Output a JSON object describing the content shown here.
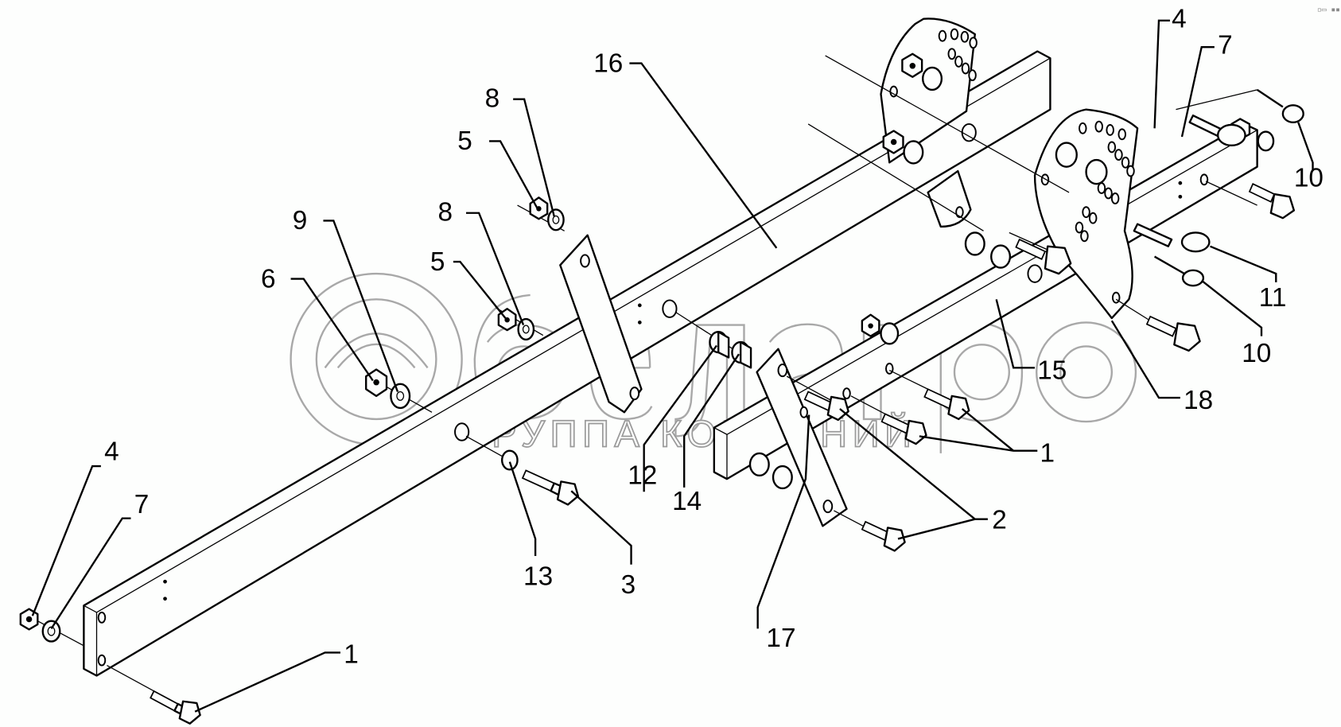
{
  "diagram": {
    "title": "Exploded parts view — frame beam assembly",
    "watermark": {
      "brand": "белагро",
      "subtitle": "ГРУППА КОМПАНИЙ"
    },
    "corner_mark": "▫▭ ▪▪▪",
    "callouts": [
      {
        "id": "c1a",
        "number": "1"
      },
      {
        "id": "c1b",
        "number": "1"
      },
      {
        "id": "c2",
        "number": "2"
      },
      {
        "id": "c3",
        "number": "3"
      },
      {
        "id": "c4a",
        "number": "4"
      },
      {
        "id": "c4b",
        "number": "4"
      },
      {
        "id": "c5a",
        "number": "5"
      },
      {
        "id": "c5b",
        "number": "5"
      },
      {
        "id": "c6",
        "number": "6"
      },
      {
        "id": "c7a",
        "number": "7"
      },
      {
        "id": "c7b",
        "number": "7"
      },
      {
        "id": "c8a",
        "number": "8"
      },
      {
        "id": "c8b",
        "number": "8"
      },
      {
        "id": "c9",
        "number": "9"
      },
      {
        "id": "c10a",
        "number": "10"
      },
      {
        "id": "c10b",
        "number": "10"
      },
      {
        "id": "c11",
        "number": "11"
      },
      {
        "id": "c12",
        "number": "12"
      },
      {
        "id": "c13",
        "number": "13"
      },
      {
        "id": "c14",
        "number": "14"
      },
      {
        "id": "c15",
        "number": "15"
      },
      {
        "id": "c16",
        "number": "16"
      },
      {
        "id": "c17",
        "number": "17"
      },
      {
        "id": "c18",
        "number": "18"
      }
    ]
  }
}
